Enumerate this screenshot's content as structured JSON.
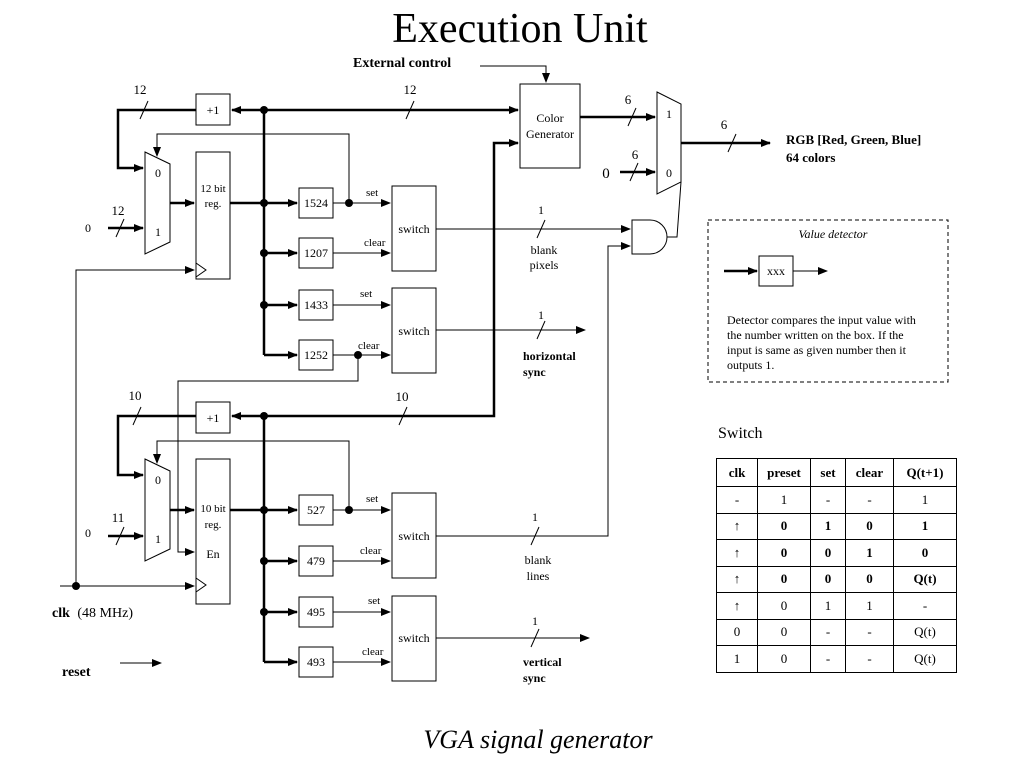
{
  "title": "Execution Unit",
  "caption": "VGA signal generator",
  "external_control": "External control",
  "color_generator": {
    "line1": "Color",
    "line2": "Generator"
  },
  "output": {
    "line1": "RGB [Red, Green, Blue]",
    "line2": "64 colors"
  },
  "horizontal": {
    "increment": "+1",
    "register_line1": "12 bit",
    "register_line2": "reg.",
    "constants": [
      "1524",
      "1207",
      "1433",
      "1252"
    ],
    "bus_widths": {
      "loop": "12",
      "to_color": "12",
      "zero_in": "12"
    }
  },
  "vertical": {
    "increment": "+1",
    "register_line1": "10 bit",
    "register_line2": "reg.",
    "register_line3": "En",
    "constants": [
      "527",
      "479",
      "495",
      "493"
    ],
    "bus_widths": {
      "loop": "10",
      "to_color": "10",
      "zero_in": "11"
    }
  },
  "mux": {
    "in0": "0",
    "in1": "1"
  },
  "zero": "0",
  "switch_label": "switch",
  "set_label": "set",
  "clear_label": "clear",
  "signals": {
    "one": "1",
    "six": "6",
    "blank_pixels_1": "blank",
    "blank_pixels_2": "pixels",
    "blank_lines_1": "blank",
    "blank_lines_2": "lines",
    "hsync_1": "horizontal",
    "hsync_2": "sync",
    "vsync_1": "vertical",
    "vsync_2": "sync"
  },
  "clk_label": "clk",
  "clk_freq": "(48 MHz)",
  "reset_label": "reset",
  "value_detector": {
    "title": "Value detector",
    "box": "xxx",
    "desc": [
      "Detector compares the input value with",
      "the number written on the box. If the",
      "input is same as given number then it",
      "outputs 1."
    ]
  },
  "switch_table": {
    "title": "Switch",
    "headers": [
      "clk",
      "preset",
      "set",
      "clear",
      "Q(t+1)"
    ],
    "rows": [
      [
        "-",
        "1",
        "-",
        "-",
        "1"
      ],
      [
        "↑",
        "0",
        "1",
        "0",
        "1"
      ],
      [
        "↑",
        "0",
        "0",
        "1",
        "0"
      ],
      [
        "↑",
        "0",
        "0",
        "0",
        "Q(t)"
      ],
      [
        "↑",
        "0",
        "1",
        "1",
        "-"
      ],
      [
        "0",
        "0",
        "-",
        "-",
        "Q(t)"
      ],
      [
        "1",
        "0",
        "-",
        "-",
        "Q(t)"
      ]
    ],
    "bold_rows": [
      1,
      2,
      3
    ]
  },
  "colors": {
    "ink": "#000000",
    "background": "#ffffff"
  }
}
